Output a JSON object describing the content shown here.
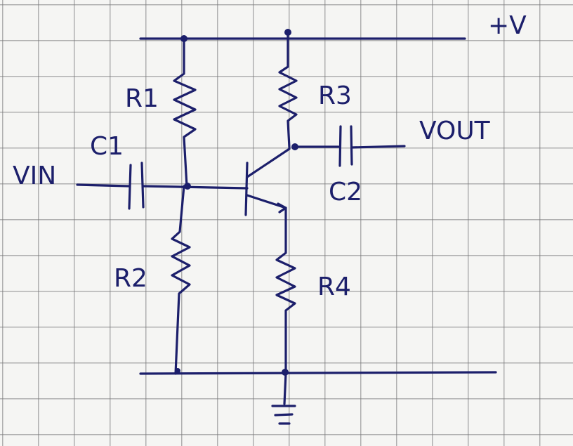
{
  "title": "Common-emitter transistor amplifier (hand-drawn)",
  "labels": {
    "supply": "+V",
    "input": "VIN",
    "output": "VOUT",
    "r1": "R1",
    "r2": "R2",
    "r3": "R3",
    "r4": "R4",
    "c1": "C1",
    "c2": "C2"
  },
  "colors": {
    "ink": "#1c1f6b",
    "paper": "#f5f5f3",
    "grid": "#8a8a8a"
  }
}
